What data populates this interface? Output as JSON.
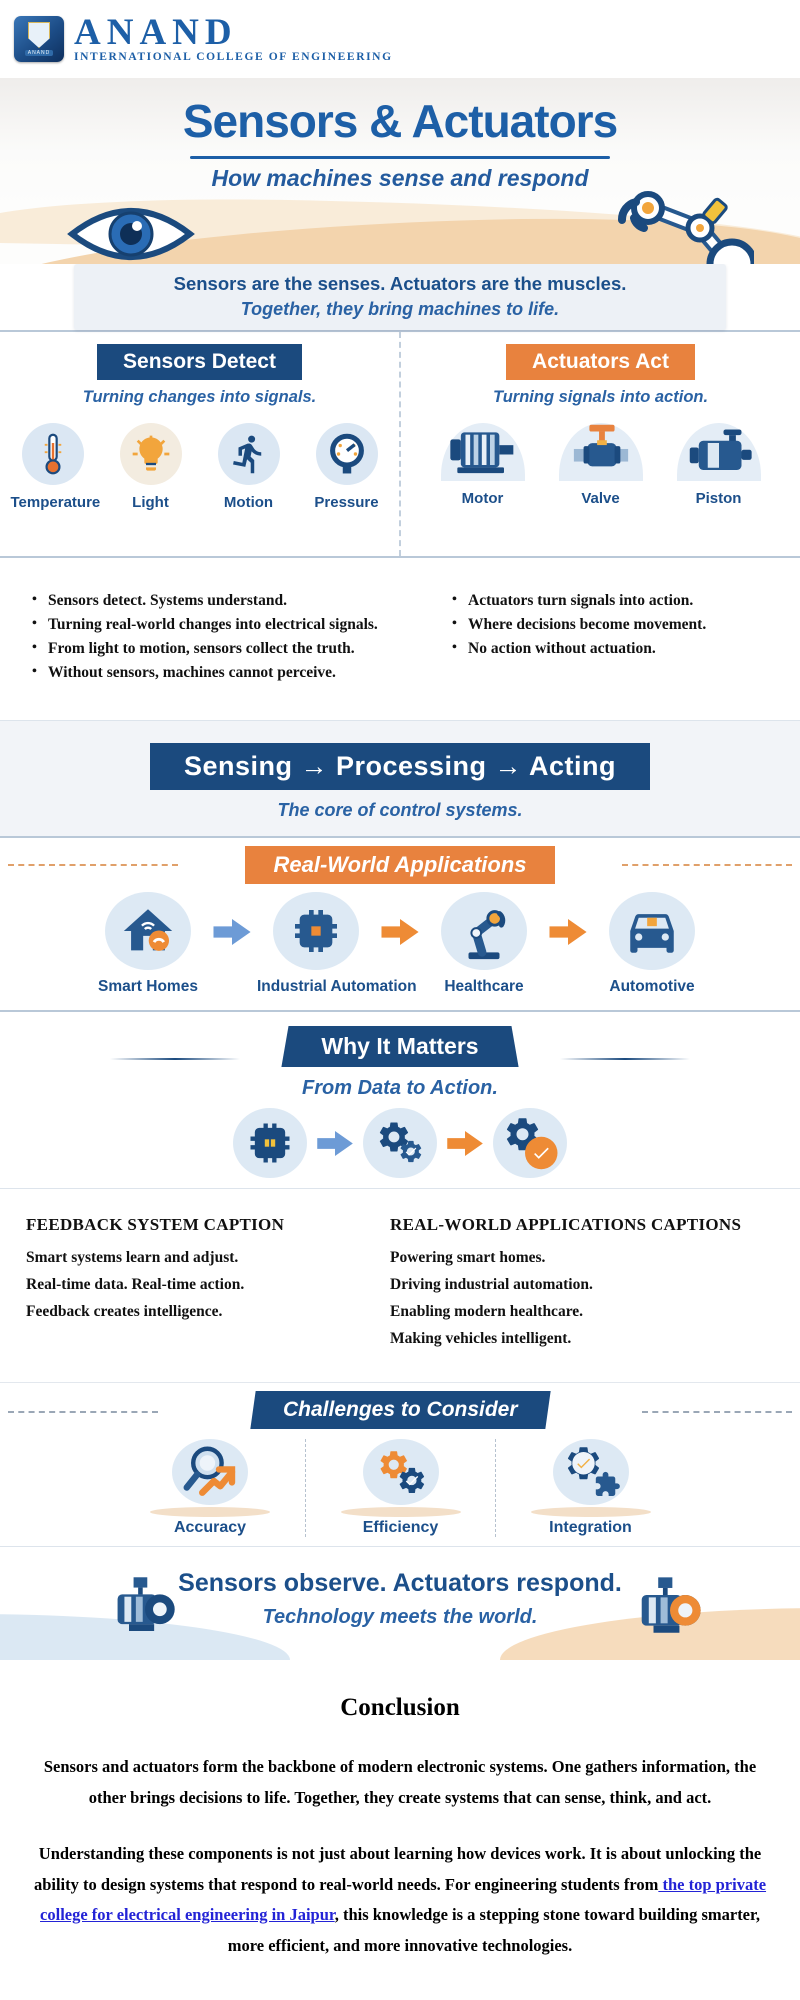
{
  "theme": {
    "navy": "#1b4a7e",
    "title_blue": "#1d5fa7",
    "accent_orange": "#e8823e",
    "light_icon_bg": "#dbe7f3",
    "link_blue": "#2323d6"
  },
  "header": {
    "logo_title": "ANAND",
    "logo_subtitle": "INTERNATIONAL COLLEGE OF ENGINEERING",
    "logo_badge_text": "ANAND"
  },
  "hero": {
    "title": "Sensors & Actuators",
    "subtitle": "How machines sense and respond"
  },
  "tagline": {
    "line1": "Sensors are the senses. Actuators are the muscles.",
    "line2": "Together, they bring machines to life."
  },
  "sensors_section": {
    "header": "Sensors Detect",
    "subtitle": "Turning changes into signals.",
    "items": [
      {
        "label": "Temperature"
      },
      {
        "label": "Light"
      },
      {
        "label": "Motion"
      },
      {
        "label": "Pressure"
      }
    ]
  },
  "actuators_section": {
    "header": "Actuators Act",
    "subtitle": "Turning signals into action.",
    "items": [
      {
        "label": "Motor"
      },
      {
        "label": "Valve"
      },
      {
        "label": "Piston"
      }
    ]
  },
  "sensor_bullets": [
    "Sensors detect. Systems understand.",
    "Turning real-world changes into electrical signals.",
    "From light to motion, sensors collect the truth.",
    "Without sensors, machines cannot perceive."
  ],
  "actuator_bullets": [
    "Actuators turn signals into action.",
    "Where decisions become movement.",
    "No action without actuation."
  ],
  "flow_banner": {
    "title": "Sensing → Processing → Acting",
    "subtitle": "The core of control systems."
  },
  "applications": {
    "header": "Real-World Applications",
    "items": [
      {
        "label": "Smart Homes"
      },
      {
        "label": "Industrial Automation"
      },
      {
        "label": "Healthcare"
      },
      {
        "label": "Automotive"
      }
    ]
  },
  "why_it_matters": {
    "header": "Why It Matters",
    "subtitle": "From Data to Action."
  },
  "captions": {
    "feedback": {
      "heading": "FEEDBACK SYSTEM CAPTION",
      "lines": [
        "Smart systems learn and adjust.",
        "Real-time data. Real-time action.",
        "Feedback creates intelligence."
      ]
    },
    "applications": {
      "heading": "REAL-WORLD APPLICATIONS CAPTIONS",
      "lines": [
        "Powering smart homes.",
        "Driving industrial automation.",
        "Enabling modern healthcare.",
        "Making vehicles intelligent."
      ]
    }
  },
  "challenges": {
    "header": "Challenges to Consider",
    "items": [
      {
        "label": "Accuracy"
      },
      {
        "label": "Efficiency"
      },
      {
        "label": "Integration"
      }
    ]
  },
  "closing_banner": {
    "line1": "Sensors observe. Actuators respond.",
    "line2": "Technology meets the world."
  },
  "conclusion": {
    "heading": "Conclusion",
    "paragraph1": "Sensors and actuators form the backbone of modern electronic systems. One gathers information, the other brings decisions to life. Together, they create systems that can sense, think, and act.",
    "paragraph2_before": "Understanding these components is not just about learning how devices work. It is about unlocking the ability to design systems that respond to real-world needs. For engineering students from",
    "paragraph2_link": " the top private college for electrical engineering in Jaipur",
    "paragraph2_after": ", this knowledge is a stepping stone toward building smarter, more efficient, and more innovative technologies."
  }
}
